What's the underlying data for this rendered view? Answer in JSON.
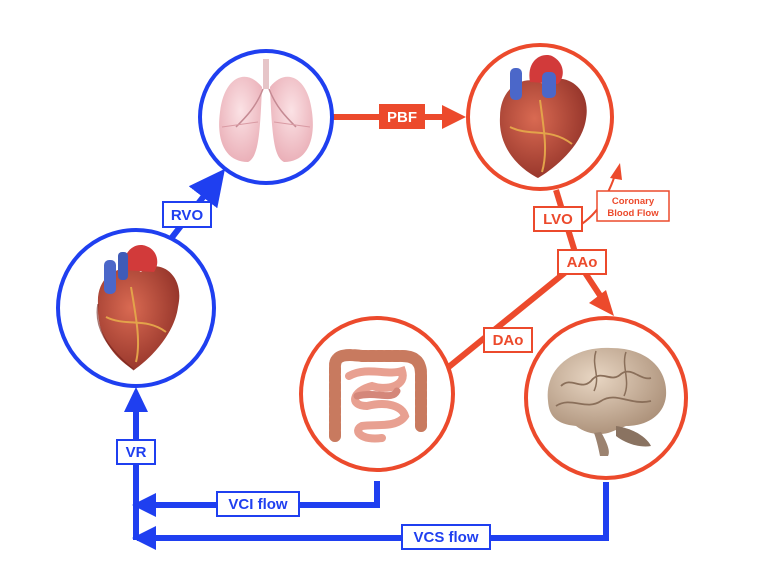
{
  "labels": {
    "rvo": "RVO",
    "pbf": "PBF",
    "lvo": "LVO",
    "coronary_line1": "Coronary",
    "coronary_line2": "Blood Flow",
    "aao": "AAo",
    "dao": "DAo",
    "vr": "VR",
    "vci_flow": "VCI flow",
    "vcs_flow": "VCS flow"
  },
  "colors": {
    "venous": "#1f3ff0",
    "arterial": "#ec4a2c",
    "lung_pink": "#f3c3c9",
    "heart_red": "#b8463a",
    "brain": "#c9b29c",
    "intestine": "#e0907c"
  },
  "icons": {
    "right_heart": "heart-illustration",
    "lungs": "lungs-illustration",
    "left_heart": "heart-illustration",
    "intestines": "intestines-illustration",
    "brain": "brain-illustration"
  }
}
